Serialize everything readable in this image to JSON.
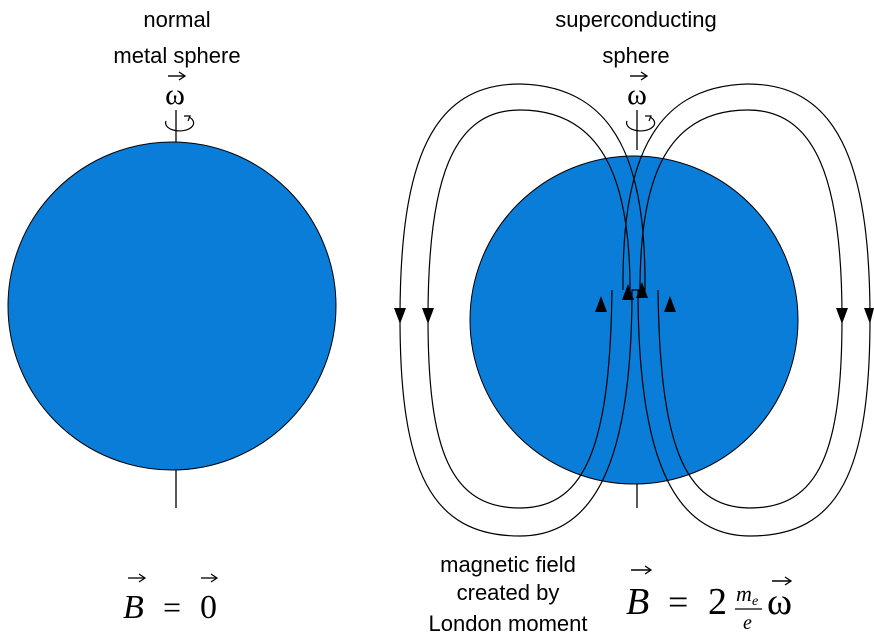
{
  "left_panel": {
    "title_line1": "normal",
    "title_line2": "metal sphere",
    "rotation_symbol": "ω",
    "equation": {
      "lhs": "B",
      "equals": "=",
      "rhs": "0"
    }
  },
  "right_panel": {
    "title_line1": "superconducting",
    "title_line2": "sphere",
    "rotation_symbol": "ω",
    "caption_line1": "magnetic field",
    "caption_line2": "created by",
    "caption_line3": "London moment",
    "equation": {
      "lhs": "B",
      "equals": "=",
      "coefficient": "2",
      "frac_num": "m",
      "frac_num_sub": "e",
      "frac_den": "e",
      "omega": "ω"
    }
  },
  "colors": {
    "sphere_fill": "#0a7dd8",
    "line_color": "#000000",
    "background": "#ffffff"
  }
}
